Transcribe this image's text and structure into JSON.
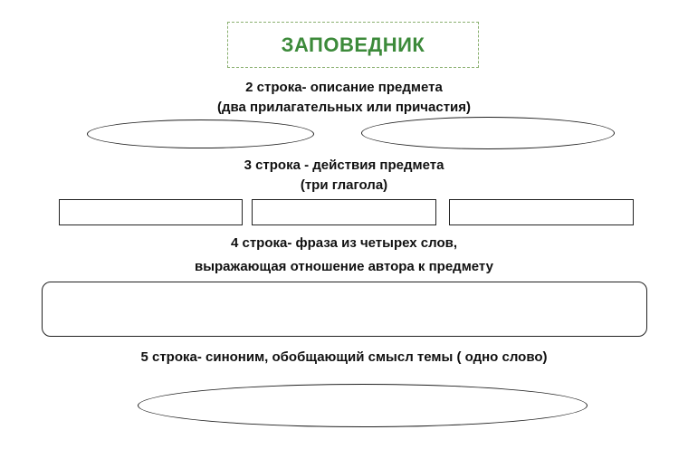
{
  "title": "ЗАПОВЕДНИК",
  "colors": {
    "title": "#3c8a3a",
    "title_border": "#8ab070",
    "outline": "#222222"
  },
  "line2": {
    "heading": "2 строка- описание предмета",
    "subheading": "(два прилагательных или причастия)"
  },
  "line3": {
    "heading": "3 строка - действия предмета",
    "subheading": "(три глагола)"
  },
  "line4": {
    "heading": "4 строка- фраза из четырех слов,",
    "subheading": "выражающая отношение автора к предмету"
  },
  "line5": {
    "heading": "5 строка- синоним, обобщающий смысл темы ( одно слово)"
  }
}
